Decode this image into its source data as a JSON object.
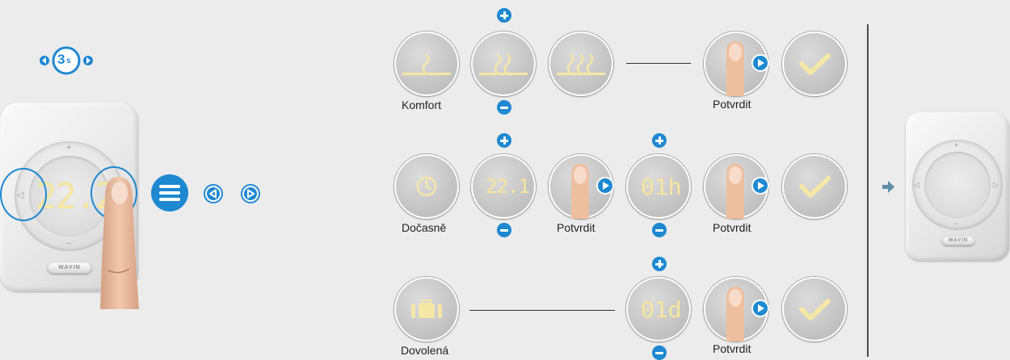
{
  "hold": {
    "seconds": "3",
    "unit": "s"
  },
  "device_left": {
    "temperature": "22.2",
    "plus": "+",
    "minus": "−",
    "left": "◁",
    "brand": "WAVIN"
  },
  "rows": {
    "komfort": {
      "label": "Komfort",
      "confirm": "Potvrdit"
    },
    "docasne": {
      "label": "Dočasně",
      "temp": "22.1",
      "hours": "01h",
      "confirm1": "Potvrdit",
      "confirm2": "Potvrdit"
    },
    "dovolena": {
      "label": "Dovolená",
      "days": "01d",
      "confirm": "Potvrdit"
    }
  },
  "device_right": {
    "plus": "+",
    "minus": "−",
    "left": "◁",
    "right": "▷",
    "brand": "WAVIN"
  },
  "colors": {
    "accent": "#1e88d1",
    "display": "#f5e7a6",
    "background": "#ececec"
  },
  "icons": [
    "menu-icon",
    "arrow-left-icon",
    "arrow-right-icon",
    "plus-icon",
    "minus-icon",
    "heat-wave-icon",
    "clock-icon",
    "suitcase-icon",
    "check-icon",
    "arrow-right-solid-icon"
  ]
}
